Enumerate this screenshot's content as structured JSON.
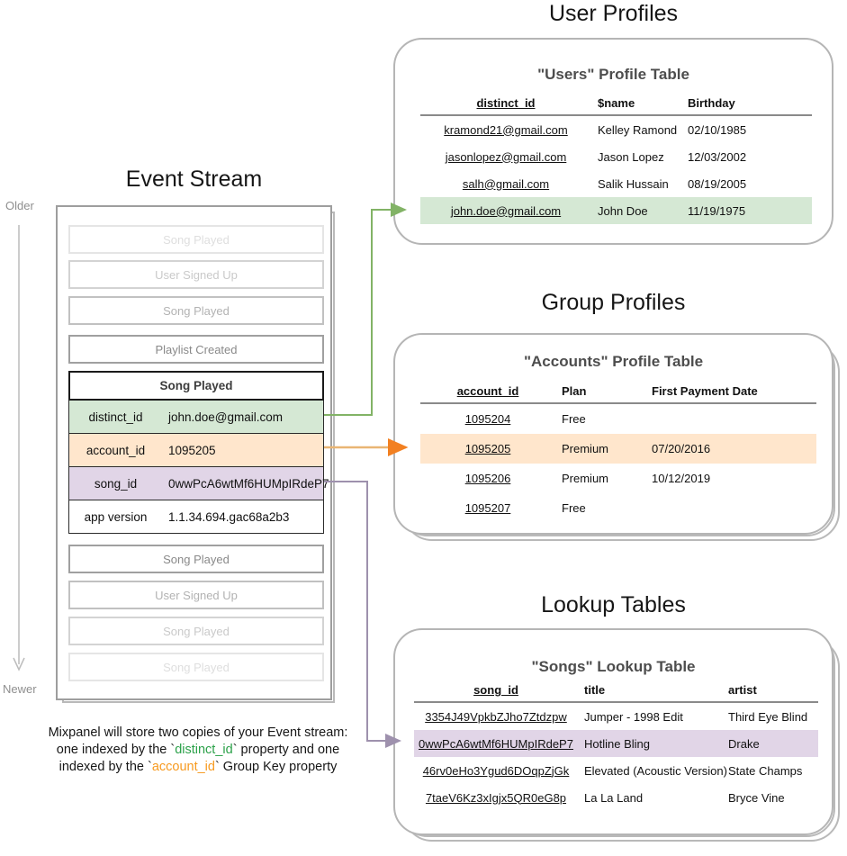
{
  "colors": {
    "green_fill": "#d5e8d4",
    "orange_fill": "#ffe6cc",
    "purple_fill": "#e1d5e7",
    "green_arrow": "#82b366",
    "orange_arrow_line": "#e9b574",
    "orange_arrow_head": "#f28021",
    "purple_arrow": "#9e91ad",
    "green_code_text": "#2ba149",
    "orange_code_text": "#f79a1f"
  },
  "event_stream": {
    "title": "Event Stream",
    "older_label": "Older",
    "newer_label": "Newer",
    "events_before": [
      "Song Played",
      "User Signed Up",
      "Song Played",
      "Playlist Created"
    ],
    "expanded_event": {
      "title": "Song Played",
      "properties": [
        {
          "key": "distinct_id",
          "value": "john.doe@gmail.com"
        },
        {
          "key": "account_id",
          "value": "1095205"
        },
        {
          "key": "song_id",
          "value": "0wwPcA6wtMf6HUMpIRdeP7"
        },
        {
          "key": "app version",
          "value": "1.1.34.694.gac68a2b3"
        }
      ]
    },
    "events_after": [
      "Song Played",
      "User Signed Up",
      "Song Played",
      "Song Played"
    ],
    "caption": {
      "line1": "Mixpanel will store two copies of your Event stream:",
      "line2_pre": "one indexed by the `",
      "line2_code": "distinct_id",
      "line2_post": "` property and one",
      "line3_pre": "indexed by the `",
      "line3_code": "account_id",
      "line3_post": "` Group Key property"
    }
  },
  "user_profiles": {
    "section_title": "User Profiles",
    "table_title": "\"Users\" Profile Table",
    "columns": [
      "distinct_id",
      "$name",
      "Birthday"
    ],
    "rows": [
      [
        "kramond21@gmail.com",
        "Kelley Ramond",
        "02/10/1985"
      ],
      [
        "jasonlopez@gmail.com",
        "Jason Lopez",
        "12/03/2002"
      ],
      [
        "salh@gmail.com",
        "Salik Hussain",
        "08/19/2005"
      ],
      [
        "john.doe@gmail.com",
        "John Doe",
        "11/19/1975"
      ]
    ],
    "highlighted_row_index": 3
  },
  "group_profiles": {
    "section_title": "Group Profiles",
    "table_title": "\"Accounts\" Profile Table",
    "columns": [
      "account_id",
      "Plan",
      "First Payment Date"
    ],
    "rows": [
      [
        "1095204",
        "Free",
        ""
      ],
      [
        "1095205",
        "Premium",
        "07/20/2016"
      ],
      [
        "1095206",
        "Premium",
        "10/12/2019"
      ],
      [
        "1095207",
        "Free",
        ""
      ]
    ],
    "highlighted_row_index": 1
  },
  "lookup_tables": {
    "section_title": "Lookup Tables",
    "table_title": "\"Songs\" Lookup Table",
    "columns": [
      "song_id",
      "title",
      "artist"
    ],
    "rows": [
      [
        "3354J49VpkbZJho7Ztdzpw",
        "Jumper - 1998 Edit",
        "Third Eye Blind"
      ],
      [
        "0wwPcA6wtMf6HUMpIRdeP7",
        "Hotline Bling",
        "Drake"
      ],
      [
        "46rv0eHo3Ygud6DOqpZjGk",
        "Elevated (Acoustic Version)",
        "State Champs"
      ],
      [
        "7taeV6Kz3xIgjx5QR0eG8p",
        "La La Land",
        "Bryce Vine"
      ]
    ],
    "highlighted_row_index": 1
  }
}
